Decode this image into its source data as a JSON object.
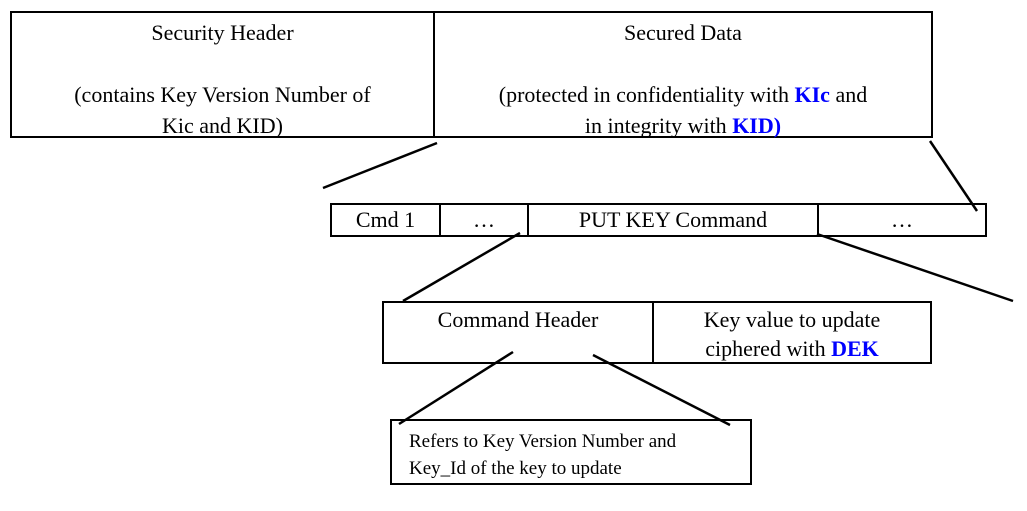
{
  "colors": {
    "keyword_blue": "#0000ff",
    "line_black": "#000000",
    "background": "#ffffff"
  },
  "top_row": {
    "security_header": {
      "title": "Security Header",
      "line1": "(contains Key Version Number of",
      "line2": "Kic and KID)"
    },
    "secured_data": {
      "title": "Secured Data",
      "line1_prefix": "(protected in confidentiality with ",
      "line1_keyword": "KIc",
      "line1_suffix": " and",
      "line2_prefix": "in integrity with ",
      "line2_keyword": "KID)"
    }
  },
  "command_sequence_row": {
    "cmd1": "Cmd 1",
    "ellipsis_left": "…",
    "put_key": "PUT KEY Command",
    "ellipsis_right": "…"
  },
  "command_detail_row": {
    "command_header": "Command Header",
    "key_value_line1": "Key value to update",
    "key_value_line2_prefix": "ciphered with ",
    "key_value_keyword": "DEK"
  },
  "note_box": {
    "line1": "Refers to Key Version Number and",
    "line2": "Key_Id of the key to update"
  }
}
